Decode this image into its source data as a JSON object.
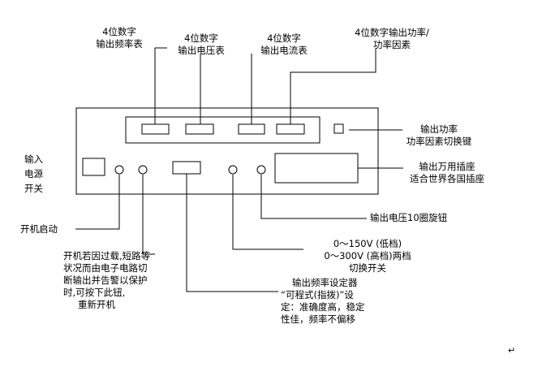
{
  "labels": {
    "freq_meter": [
      "4位数字",
      "输出频率表"
    ],
    "volt_meter": [
      "4位数字",
      "输出电压表"
    ],
    "curr_meter": [
      "4位数字",
      "输出电流表"
    ],
    "power_meter": [
      "4位数字输出功率/",
      "功率因素"
    ],
    "power_switch_key": [
      "输出功率",
      "功率因素切换键"
    ],
    "input_switch": [
      "输入",
      "电源",
      "开关"
    ],
    "universal_socket": [
      "输出万用插座",
      "适合世界各国插座"
    ],
    "start_button": "开机启动",
    "voltage_knob": "输出电压10圈旋钮",
    "range_switch": [
      "0～150V (低档)",
      "0～300V (高档)两档",
      "切换开关"
    ],
    "overload_reset": [
      "开机若因过载,短路等",
      "状况而由电子电路切",
      "断输出并告警以保护",
      "时,可按下此钮,",
      "重新开机"
    ],
    "freq_setter": [
      "输出频率设定器",
      "“可程式(指拨)”设",
      "定：准确度高，稳定",
      "性佳，频率不偏移"
    ]
  },
  "return_mark": "↵"
}
